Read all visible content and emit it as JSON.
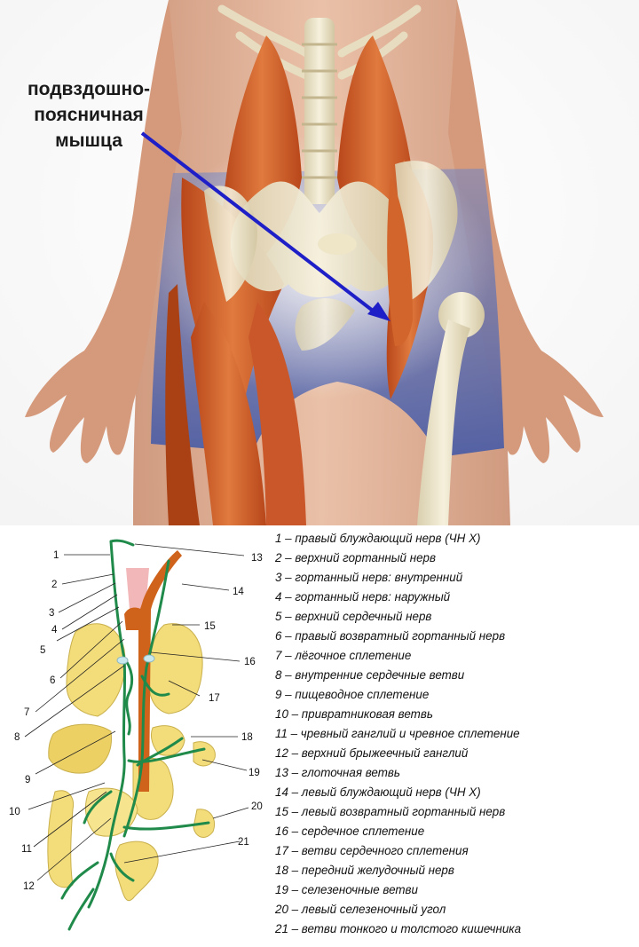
{
  "top_figure": {
    "label_lines": [
      "подвздошно-",
      "поясничная",
      "мышца"
    ],
    "arrow_color": "#1f1fc8"
  },
  "bottom_figure": {
    "callout_numbers": [
      "1",
      "2",
      "3",
      "4",
      "5",
      "6",
      "7",
      "8",
      "9",
      "10",
      "11",
      "12",
      "13",
      "14",
      "15",
      "16",
      "17",
      "18",
      "19",
      "20",
      "21"
    ],
    "legend": [
      "1 – правый блуждающий нерв (ЧН X)",
      "2 – верхний гортанный нерв",
      "3 – гортанный нерв: внутренний",
      "4 – гортанный нерв: наружный",
      "5 – верхний сердечный нерв",
      "6 – правый возвратный гортанный нерв",
      "7 – лёгочное сплетение",
      "8 – внутренние сердечные ветви",
      "9 – пищеводное сплетение",
      "10 – привратниковая ветвь",
      "11 – чревный ганглий и чревное сплетение",
      "12 – верхний брыжеечный ганглий",
      "13 – глоточная ветвь",
      "14 – левый блуждающий нерв (ЧН X)",
      "15 – левый возвратный гортанный нерв",
      "16 – сердечное сплетение",
      "17 – ветви сердечного сплетения",
      "18 – передний желудочный нерв",
      "19 – селезеночные ветви",
      "20 – левый селезеночный угол",
      "21 – ветви тонкого и толстого кишечника"
    ],
    "colors": {
      "nerve": "#1f8a4a",
      "organ": "#f3dc7a",
      "vessel": "#d0631c",
      "trachea": "#f2b7b8"
    }
  }
}
